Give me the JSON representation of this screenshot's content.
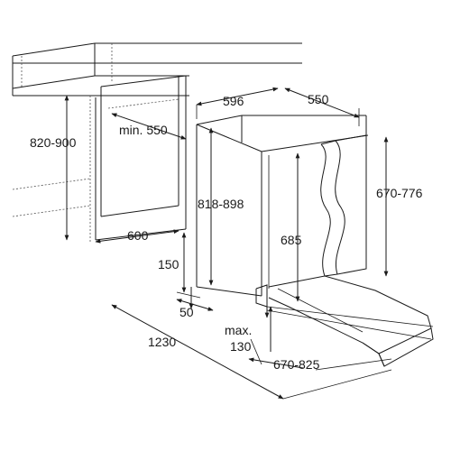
{
  "dimensions": {
    "cabinet_height": "820-900",
    "niche_depth_min": "min. 550",
    "niche_width": "600",
    "appliance_width": "596",
    "appliance_depth": "550",
    "appliance_height": "818-898",
    "door_height": "670-776",
    "inner_height": "685",
    "plinth_height": "150",
    "plinth_offset": "50",
    "door_opening": "1230",
    "max_gap_1": "max.",
    "max_gap_2": "130",
    "door_range": "670-825"
  }
}
